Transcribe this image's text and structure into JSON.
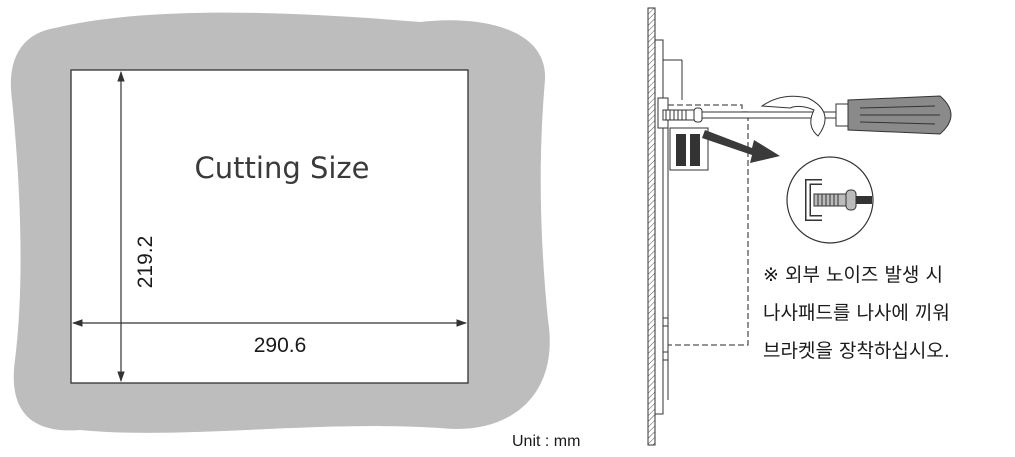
{
  "cutting_title": "Cutting Size",
  "height_dim": "219.2",
  "width_dim": "290.6",
  "unit_label": "Unit : mm",
  "note": {
    "line1": "※ 외부 노이즈 발생 시",
    "line2": "나사패드를 나사에 끼워",
    "line3": "브라켓을 장착하십시오."
  },
  "colors": {
    "panel_gray": "#bdbdbd",
    "cutout_white": "#ffffff",
    "line_dark": "#333333",
    "arrow_dark": "#3a3a3a",
    "handle_gray": "#8a8a8a"
  }
}
